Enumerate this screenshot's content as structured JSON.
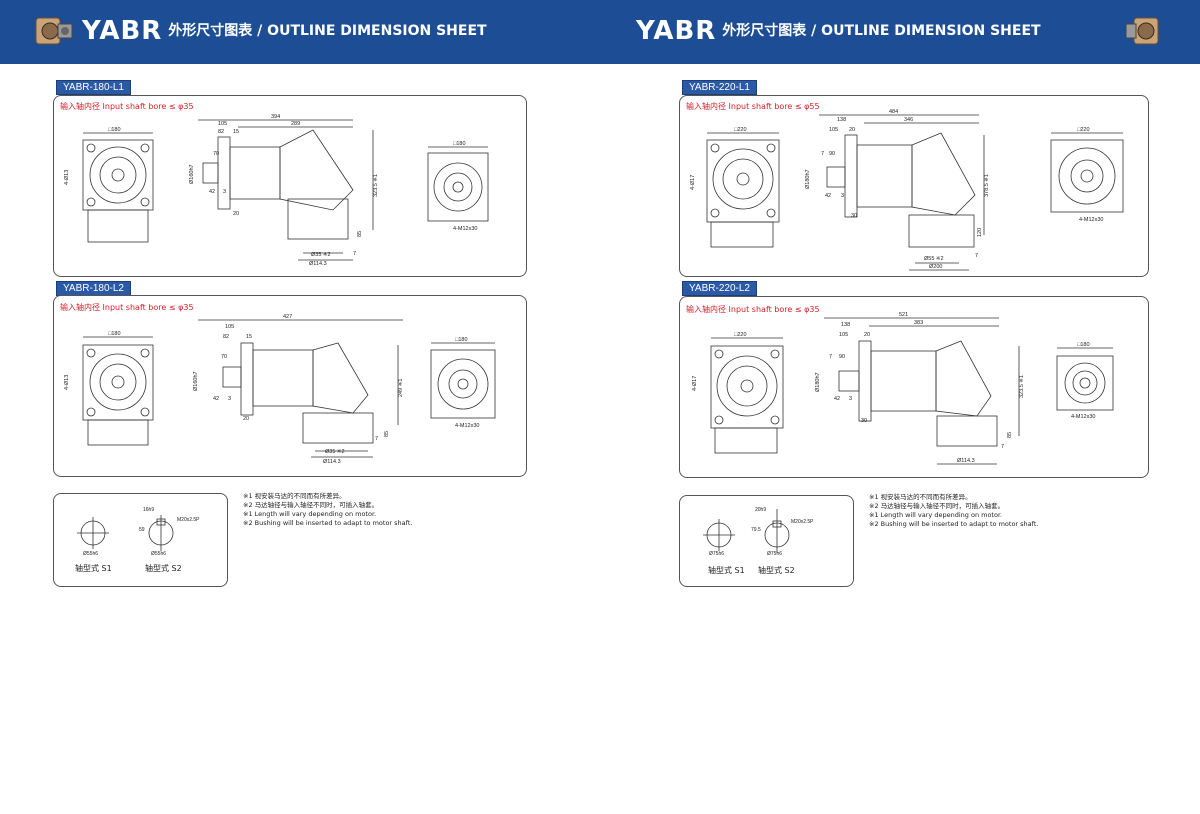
{
  "header": {
    "left": {
      "brand": "YABR",
      "subtitle": "外形尺寸图表 / OUTLINE DIMENSION SHEET"
    },
    "right": {
      "brand": "YABR",
      "subtitle": "外形尺寸图表 / OUTLINE DIMENSION SHEET"
    }
  },
  "left_page": {
    "panel1": {
      "tag": "YABR-180-L1",
      "bore": "输入轴内径   Input shaft bore   ≤ φ35",
      "dims": {
        "d394": "394",
        "d289": "289",
        "d105": "105",
        "d82": "82",
        "d15": "15",
        "d70": "70",
        "d42": "42",
        "d3": "3",
        "d20": "20",
        "d323": "323.5 ※1",
        "d85": "85",
        "d7": "7",
        "d35": "Ø35 ※2",
        "d1143": "Ø114.3",
        "sq180a": "□180",
        "sq180b": "□180",
        "holes": "4-M12x30",
        "d4": "4-Ø13",
        "d160": "Ø160h7"
      }
    },
    "panel2": {
      "tag": "YABR-180-L2",
      "bore": "输入轴内径   Input shaft bore   ≤ φ35",
      "dims": {
        "d427": "427",
        "d105": "105",
        "d82": "82",
        "d15": "15",
        "d70": "70",
        "d42": "42",
        "d3": "3",
        "d20": "20",
        "d249": "249 ※1",
        "d85": "85",
        "d7": "7",
        "d35": "Ø35 ※2",
        "d1143": "Ø114.3",
        "sq180a": "□180",
        "sq180b": "□180",
        "holes": "4-M12x30",
        "d4": "4-Ø13",
        "d160": "Ø160h7"
      }
    },
    "shaft": {
      "s1": "轴型式  S1",
      "s2": "轴型式  S2",
      "d55a": "Ø55h6",
      "d55b": "Ø55h6",
      "m20": "M20x2.5P",
      "k16": "16h9",
      "k59": "59"
    },
    "notes": [
      "※1  视安装马达的不同而有所差异。",
      "※2  马达轴径与输入轴径不同时，可插入轴套。",
      "※1  Length will vary depending on motor.",
      "※2  Bushing will be inserted to adapt to motor shaft."
    ]
  },
  "right_page": {
    "panel1": {
      "tag": "YABR-220-L1",
      "bore": "输入轴内径   Input shaft bore   ≤ φ55",
      "dims": {
        "d484": "484",
        "d346": "346",
        "d138": "138",
        "d105": "105",
        "d20": "20",
        "d7": "7",
        "d90": "90",
        "d42": "42",
        "d3": "3",
        "d30": "30",
        "d378": "378.5 ※1",
        "d120": "120",
        "d55": "Ø55 ※2",
        "d200": "Ø200",
        "sq220a": "□220",
        "sq220b": "□220",
        "holes": "4-M12x30",
        "d4": "4-Ø17",
        "d180": "Ø180h7"
      }
    },
    "panel2": {
      "tag": "YABR-220-L2",
      "bore": "输入轴内径   Input shaft bore   ≤ φ35",
      "dims": {
        "d521": "521",
        "d383": "383",
        "d138": "138",
        "d105": "105",
        "d20": "20",
        "d7": "7",
        "d90": "90",
        "d42": "42",
        "d3": "3",
        "d30": "30",
        "d323": "323.5 ※1",
        "d85": "85",
        "d1143": "Ø114.3",
        "sq220": "□220",
        "sq180": "□180",
        "holes": "4-M12x30",
        "d4": "4-Ø17",
        "d180": "Ø180h7"
      }
    },
    "shaft": {
      "s1": "轴型式  S1",
      "s2": "轴型式  S2",
      "d75a": "Ø75h6",
      "d75b": "Ø75h6",
      "m20": "M20x2.5P",
      "k20": "20h9",
      "k79": "79.5"
    },
    "notes": [
      "※1  视安装马达的不同而有所差异。",
      "※2  马达轴径与输入轴径不同时，可插入轴套。",
      "※1  Length will vary depending on motor.",
      "※2  Bushing will be inserted to adapt to motor shaft."
    ]
  }
}
